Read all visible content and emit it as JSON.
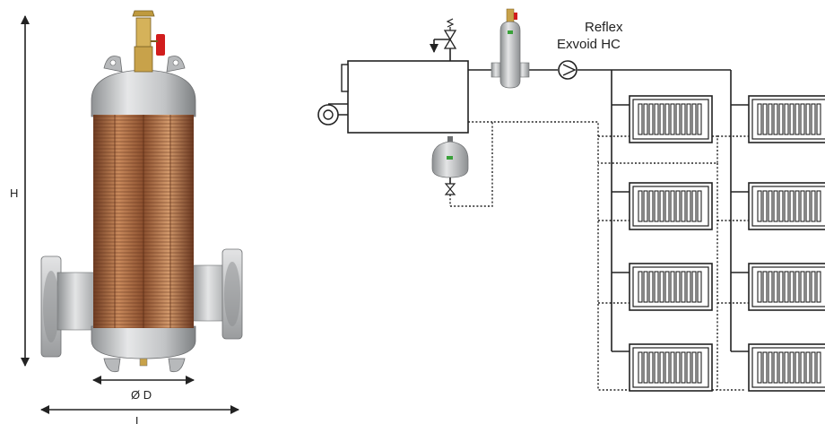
{
  "product": {
    "name_line1": "Reflex",
    "name_line2": "Exvoid HC"
  },
  "dimensions": {
    "height_label": "H",
    "diameter_label": "Ø D",
    "length_label": "L"
  },
  "colors": {
    "vessel_body": "#c4c6c8",
    "coil": "#b8734a",
    "valve_brass": "#c8a24a",
    "valve_handle": "#d11d1d",
    "line": "#222222"
  },
  "schematic": {
    "radiator_columns": 2,
    "radiators_per_column": 4
  }
}
